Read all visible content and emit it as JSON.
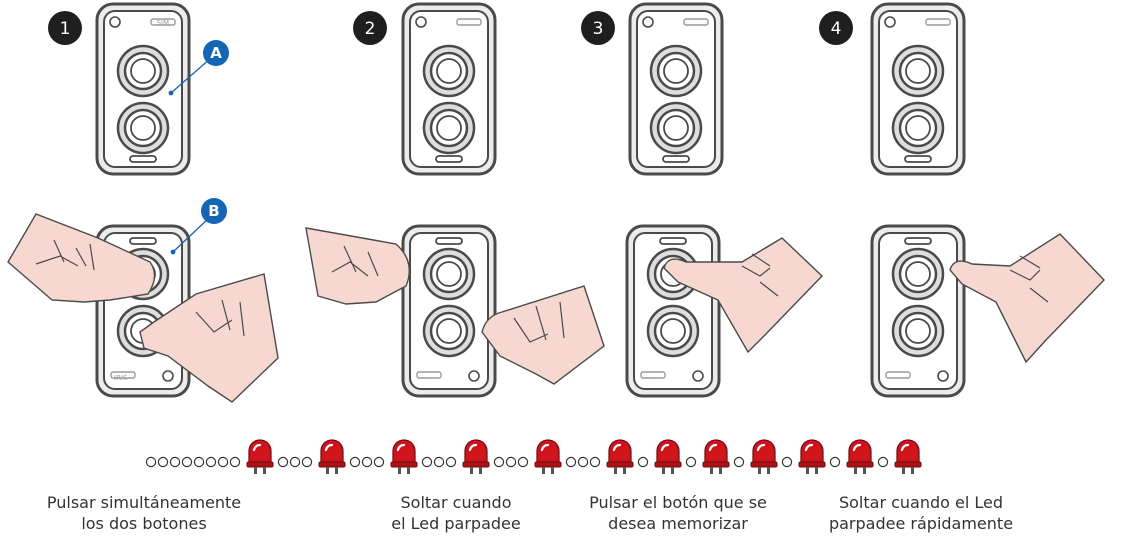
{
  "steps": [
    {
      "number": "1"
    },
    {
      "number": "2"
    },
    {
      "number": "3"
    },
    {
      "number": "4"
    }
  ],
  "callouts": [
    {
      "letter": "A"
    },
    {
      "letter": "B"
    }
  ],
  "remote_labels": {
    "back_logo": "SIM",
    "front_logo": "IRIS"
  },
  "captions": [
    {
      "line1": "Pulsar simultáneamente",
      "line2": "los dos botones"
    },
    {
      "line1": "Soltar cuando",
      "line2": "el Led parpadee"
    },
    {
      "line1": "Pulsar el botón que se",
      "line2": "desea memorizar"
    },
    {
      "line1": "Soltar cuando el Led",
      "line2": "parpadee rápidamente"
    }
  ],
  "led_sequence": [
    "off",
    "off",
    "off",
    "off",
    "off",
    "off",
    "off",
    "off",
    "on",
    "off",
    "off",
    "off",
    "on",
    "off",
    "off",
    "off",
    "on",
    "off",
    "off",
    "off",
    "on",
    "off",
    "off",
    "off",
    "on",
    "off",
    "off",
    "off",
    "on",
    "off",
    "on",
    "off",
    "on",
    "off",
    "on",
    "off",
    "on",
    "off",
    "on",
    "off",
    "on"
  ],
  "colors": {
    "badge_dark": "#1f1f1f",
    "callout_blue": "#1565b5",
    "remote_outline": "#4a4a4a",
    "remote_body": "#ececec",
    "hand_fill": "#f6d8d0",
    "led_red": "#d0141b"
  }
}
